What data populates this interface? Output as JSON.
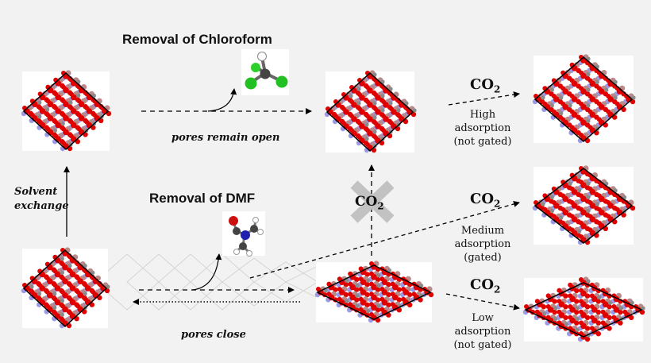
{
  "labels": {
    "chloroform_title": "Removal of Chloroform",
    "dmf_title": "Removal of DMF",
    "pores_open": "pores remain open",
    "pores_close": "pores close",
    "solvent_line1": "Solvent",
    "solvent_line2": "exchange",
    "co2_blocked": "CO",
    "co2_blocked_sub": "2"
  },
  "outcomes": [
    {
      "co2": "CO",
      "sub": "2",
      "line1": "High",
      "line2": "adsorption",
      "line3": "(not gated)"
    },
    {
      "co2": "CO",
      "sub": "2",
      "line1": "Medium",
      "line2": "adsorption",
      "line3": "(gated)"
    },
    {
      "co2": "CO",
      "sub": "2",
      "line1": "Low",
      "line2": "adsorption",
      "line3": "(not gated)"
    }
  ],
  "colors": {
    "background": "#f2f2f2",
    "oxygen": "#e00000",
    "metal": "#b98a8a",
    "nitrogen": "#9a9ae6",
    "carbon": "#8a8a8a",
    "chlorine": "#22cc22",
    "hydrogen": "#ffffff",
    "cross": "#bdbdbd"
  }
}
